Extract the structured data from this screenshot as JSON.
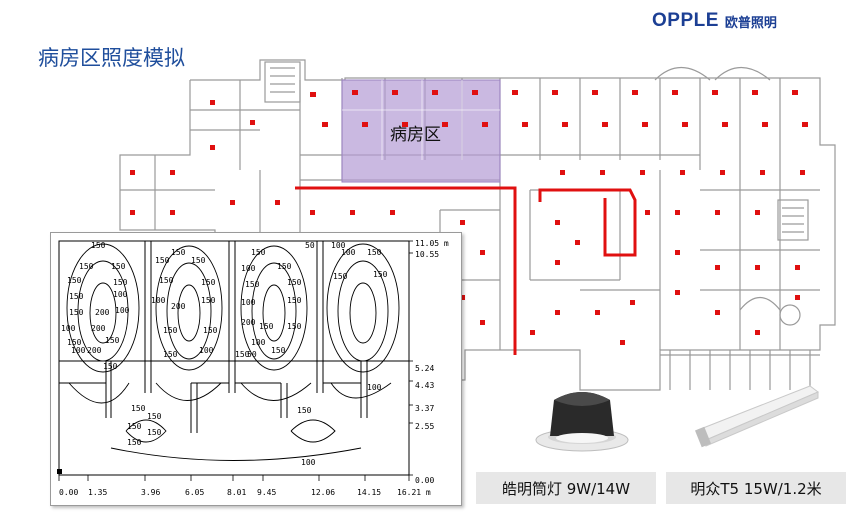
{
  "header": {
    "brand_latin": "OPPLE",
    "brand_cn": "欧普照明",
    "title": "病房区照度模拟"
  },
  "floorplan": {
    "highlight_label": "病房区",
    "highlight_color": "#b49bd4",
    "fixture_color": "#e01010",
    "wall_color": "#9a9a9a"
  },
  "contour_plot": {
    "right_axis_labels": [
      "11.05 m",
      "10.55",
      "5.24",
      "4.43",
      "3.37",
      "2.55",
      "0.00"
    ],
    "bottom_axis_labels": [
      "0.00",
      "1.35",
      "3.96",
      "6.05",
      "8.01",
      "9.45",
      "12.06",
      "14.15",
      "16.21 m"
    ],
    "contour_labels": [
      {
        "id": "c1",
        "text": "150"
      },
      {
        "id": "c2",
        "text": "150"
      },
      {
        "id": "c3",
        "text": "150"
      },
      {
        "id": "c4",
        "text": "150"
      },
      {
        "id": "c5",
        "text": "150"
      },
      {
        "id": "c6",
        "text": "150"
      },
      {
        "id": "c7",
        "text": "100"
      },
      {
        "id": "c8",
        "text": "200"
      },
      {
        "id": "c9",
        "text": "100"
      },
      {
        "id": "c10",
        "text": "150"
      },
      {
        "id": "c11",
        "text": "200"
      },
      {
        "id": "c12",
        "text": "100"
      },
      {
        "id": "c13",
        "text": "150"
      },
      {
        "id": "c14",
        "text": "200"
      },
      {
        "id": "c15",
        "text": "150"
      },
      {
        "id": "c16",
        "text": "100"
      },
      {
        "id": "c17",
        "text": "150"
      },
      {
        "id": "c18",
        "text": "150"
      },
      {
        "id": "c19",
        "text": "50"
      },
      {
        "id": "c20",
        "text": "100"
      },
      {
        "id": "c21",
        "text": "150"
      },
      {
        "id": "c22",
        "text": "150"
      },
      {
        "id": "c23",
        "text": "150"
      },
      {
        "id": "c24",
        "text": "100"
      },
      {
        "id": "c25",
        "text": "150"
      },
      {
        "id": "c26",
        "text": "150"
      },
      {
        "id": "c27",
        "text": "150"
      },
      {
        "id": "c28",
        "text": "150"
      },
      {
        "id": "c29",
        "text": "150"
      },
      {
        "id": "c30",
        "text": "100"
      },
      {
        "id": "c31",
        "text": "150"
      },
      {
        "id": "c32",
        "text": "100"
      },
      {
        "id": "c33",
        "text": "200"
      },
      {
        "id": "c34",
        "text": "150"
      },
      {
        "id": "c35",
        "text": "150"
      },
      {
        "id": "c36",
        "text": "100"
      },
      {
        "id": "c37",
        "text": "150"
      },
      {
        "id": "c38",
        "text": "200"
      },
      {
        "id": "c39",
        "text": "150"
      },
      {
        "id": "c40",
        "text": "150"
      },
      {
        "id": "c41",
        "text": "100"
      },
      {
        "id": "c42",
        "text": "150"
      },
      {
        "id": "c43",
        "text": "50"
      },
      {
        "id": "c44",
        "text": "150"
      },
      {
        "id": "c45",
        "text": "150"
      },
      {
        "id": "c46",
        "text": "100"
      },
      {
        "id": "c47",
        "text": "150"
      },
      {
        "id": "c48",
        "text": "150"
      },
      {
        "id": "c49",
        "text": "150"
      },
      {
        "id": "c50",
        "text": "150"
      },
      {
        "id": "c51",
        "text": "150"
      },
      {
        "id": "c52",
        "text": "150"
      },
      {
        "id": "c53",
        "text": "150"
      },
      {
        "id": "c54",
        "text": "150"
      },
      {
        "id": "c55",
        "text": "150"
      },
      {
        "id": "c56",
        "text": "100"
      },
      {
        "id": "c57",
        "text": "100"
      }
    ]
  },
  "products": {
    "downlight": "皓明筒灯 9W/14W",
    "t5": "明众T5 15W/1.2米"
  }
}
